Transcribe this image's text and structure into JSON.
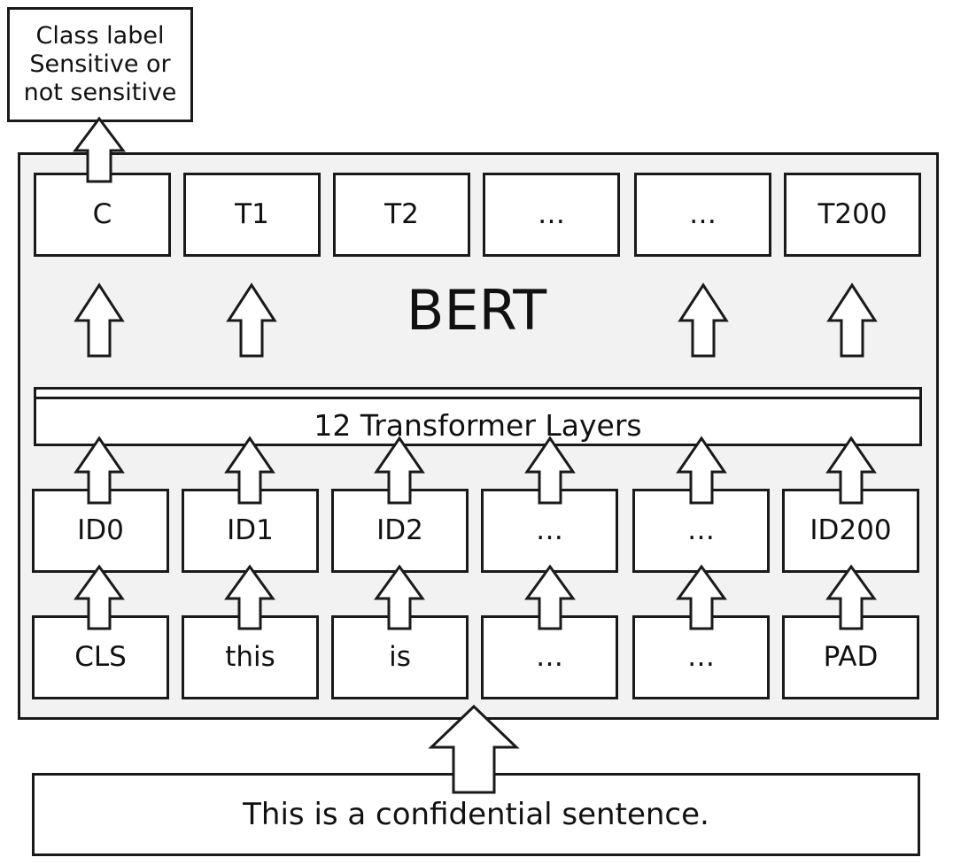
{
  "class_label": {
    "lines": [
      "Class label",
      "Sensitive or",
      "not sensitive"
    ]
  },
  "bert": {
    "title": "BERT",
    "transformer_label": "12 Transformer Layers"
  },
  "output_tokens": [
    "C",
    "T1",
    "T2",
    "…",
    "…",
    "T200"
  ],
  "id_tokens": [
    "ID0",
    "ID1",
    "ID2",
    "…",
    "…",
    "ID200"
  ],
  "word_tokens": [
    "CLS",
    "this",
    "is",
    "…",
    "…",
    "PAD"
  ],
  "input_sentence": "This is a confidential sentence."
}
